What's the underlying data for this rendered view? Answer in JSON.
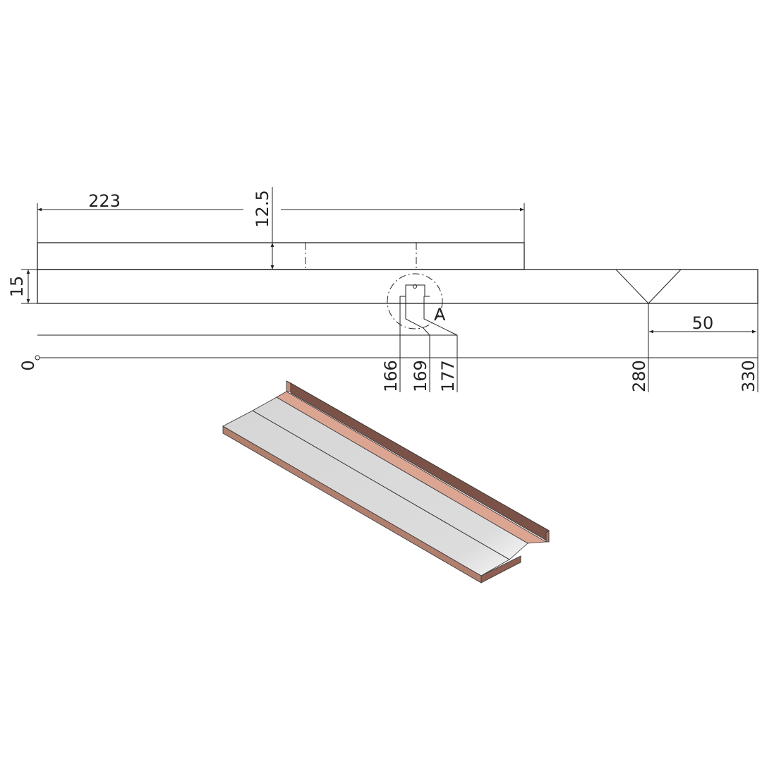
{
  "drawing": {
    "dimensions": {
      "length_top": "223",
      "top_height": "12.5",
      "thickness": "15",
      "notch_offset": "50",
      "origin": "0",
      "ordinates": [
        "166",
        "169",
        "177",
        "280",
        "330"
      ]
    },
    "detail_label": "A"
  },
  "colors": {
    "line": "#222222",
    "plate": "#d9d9d9",
    "copper_light": "#d9a08a",
    "copper_dark": "#7a5248"
  }
}
